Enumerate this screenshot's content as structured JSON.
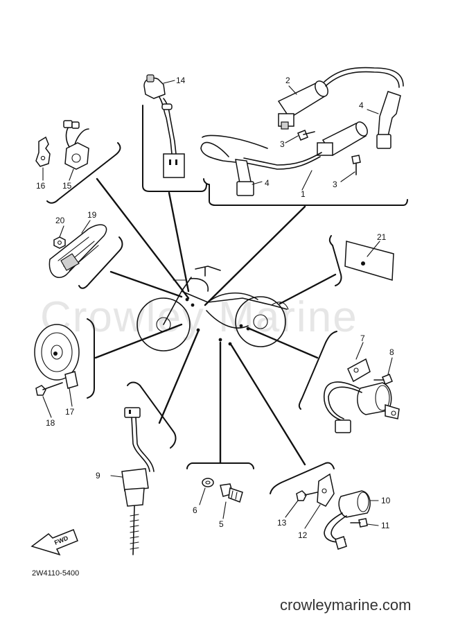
{
  "watermark": "Crowley Marine",
  "part_number": "2W4110-5400",
  "footer_text": "crowleymarine.com",
  "fwd_label": "FWD",
  "callouts": {
    "c1": "1",
    "c2": "2",
    "c3a": "3",
    "c3b": "3",
    "c4a": "4",
    "c4b": "4",
    "c5": "5",
    "c6": "6",
    "c7": "7",
    "c8": "8",
    "c9": "9",
    "c10": "10",
    "c11": "11",
    "c12": "12",
    "c13": "13",
    "c14": "14",
    "c15": "15",
    "c16": "16",
    "c17": "17",
    "c18": "18",
    "c19": "19",
    "c20": "20",
    "c21": "21"
  }
}
